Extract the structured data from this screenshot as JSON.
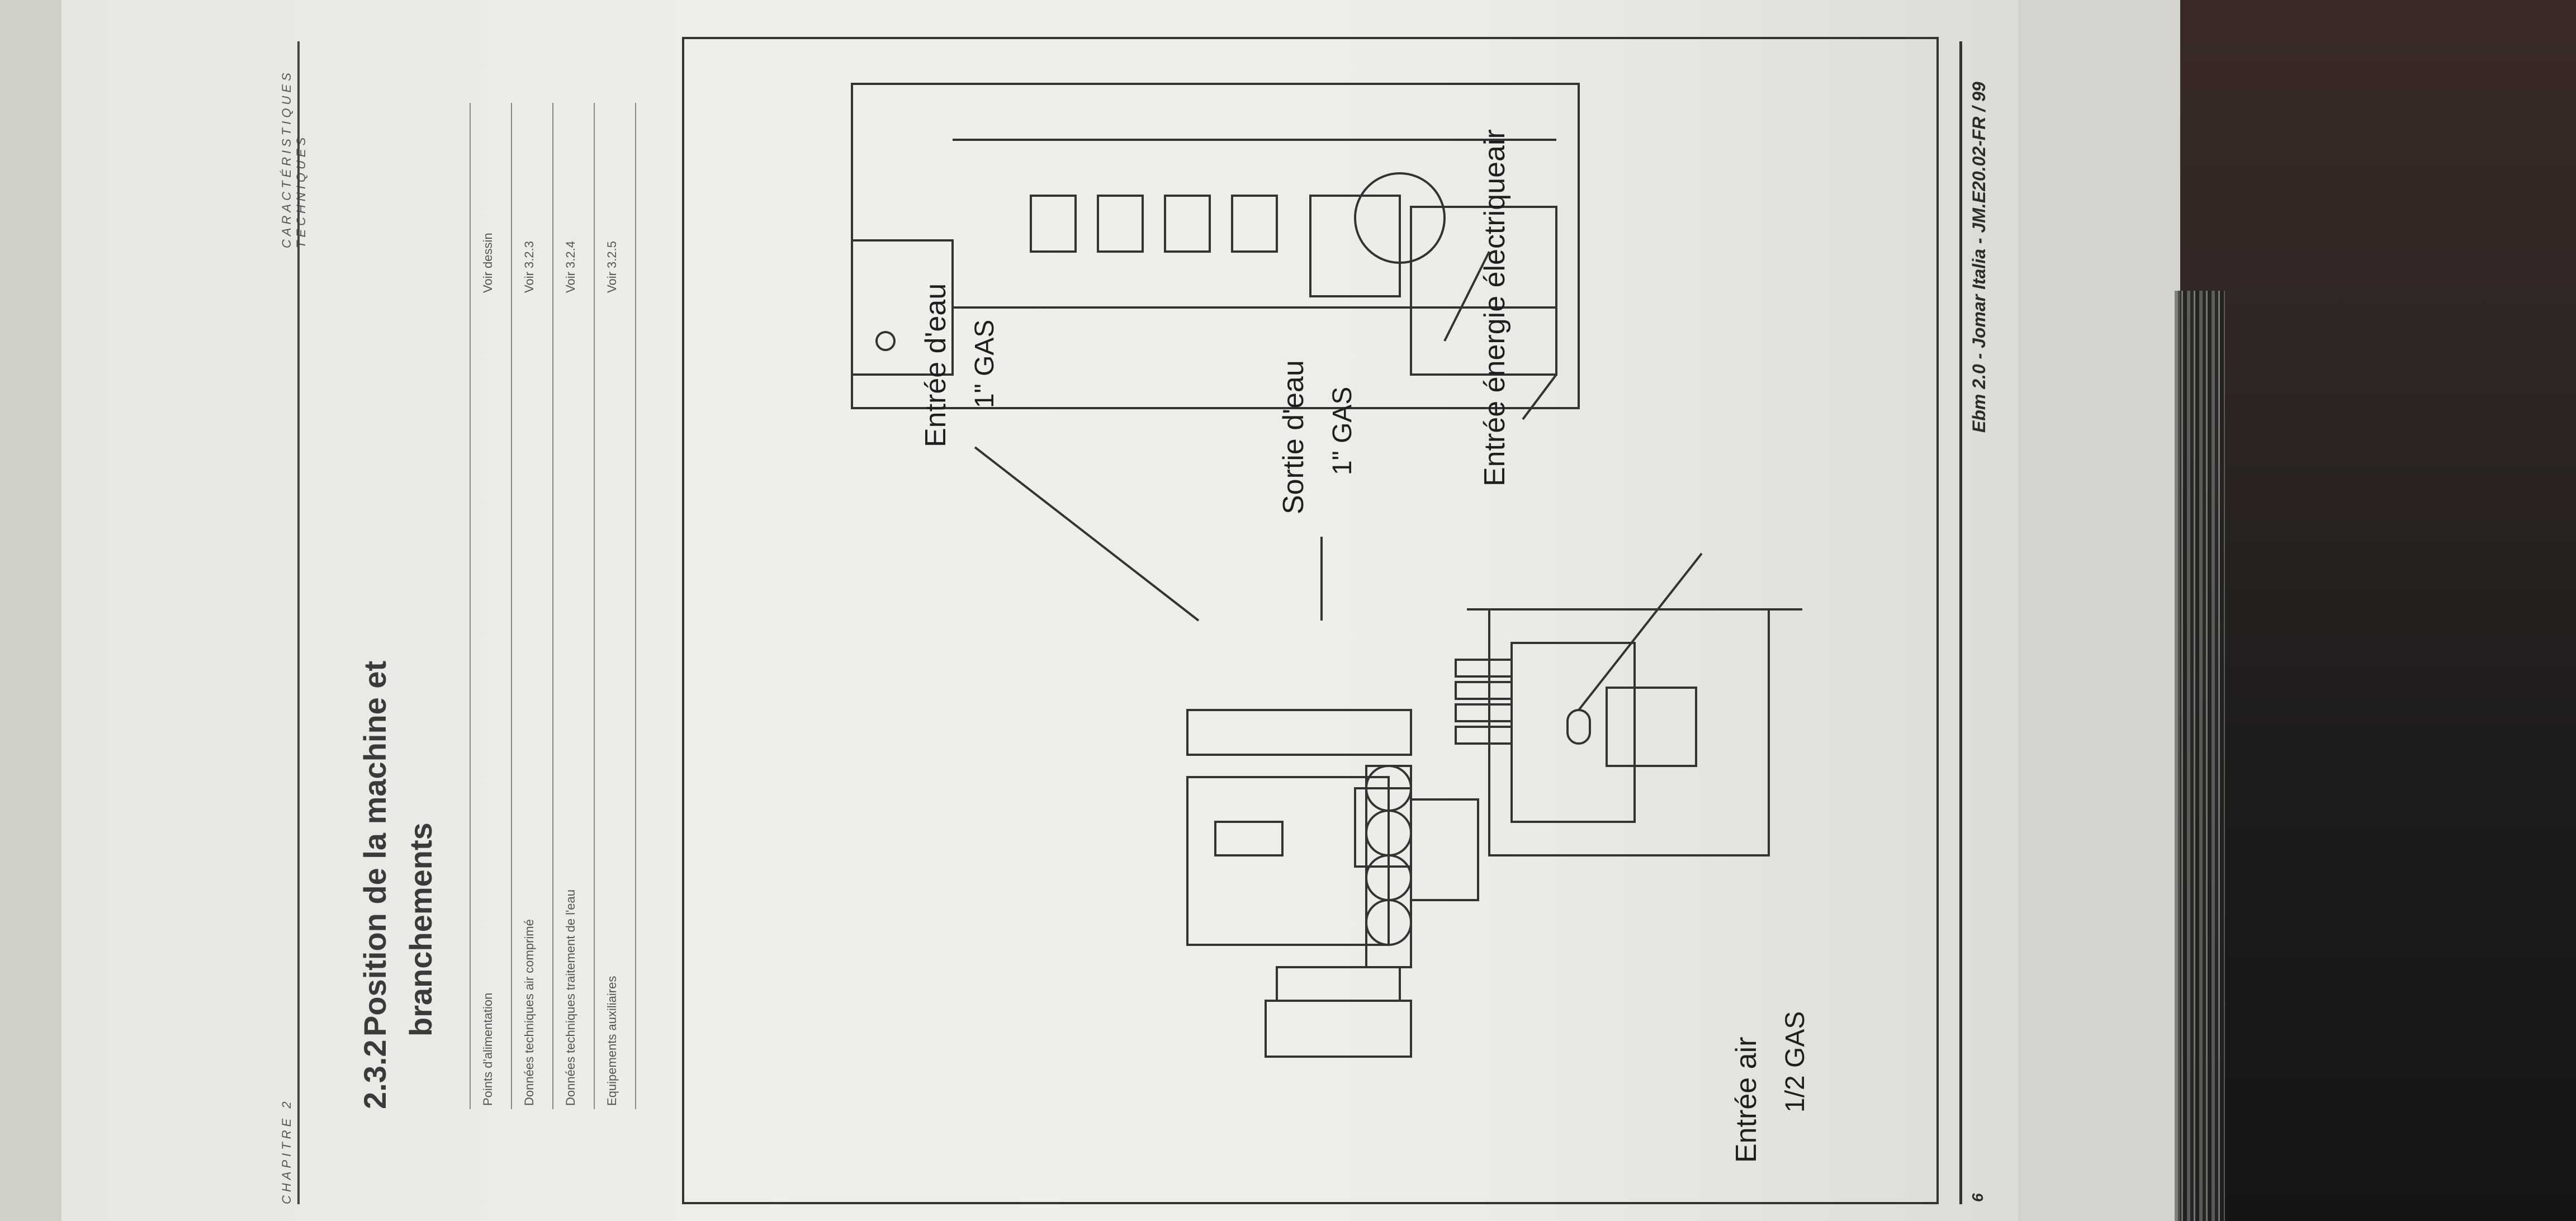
{
  "header": {
    "chapter": "CHAPITRE 2",
    "section_group": "CARACTÉRISTIQUES TECHNIQUES"
  },
  "section": {
    "number": "2.3.2",
    "title_line1": "Position de la machine et",
    "title_line2": "branchements"
  },
  "references": [
    {
      "item": "Points d'alimentation",
      "ref": "Voir dessin"
    },
    {
      "item": "Données techniques air comprimé",
      "ref": "Voir 3.2.3"
    },
    {
      "item": "Données techniques traitement de l'eau",
      "ref": "Voir 3.2.4"
    },
    {
      "item": "Equipements auxiliaires",
      "ref": "Voir 3.2.5"
    }
  ],
  "diagram_labels": {
    "air_in": "Entrée air",
    "air_in_size": "1/2 GAS",
    "water_out": "Sortie d'eau",
    "water_out_size": "1\" GAS",
    "water_in": "Entrée d'eau",
    "water_in_size": "1\" GAS",
    "power_in": "Entrée énergie électriqueair"
  },
  "footer": {
    "page": "6",
    "doc_ref": "Ebm 2.0 - Jomar Italia - JM.E20.02-FR / 99"
  }
}
